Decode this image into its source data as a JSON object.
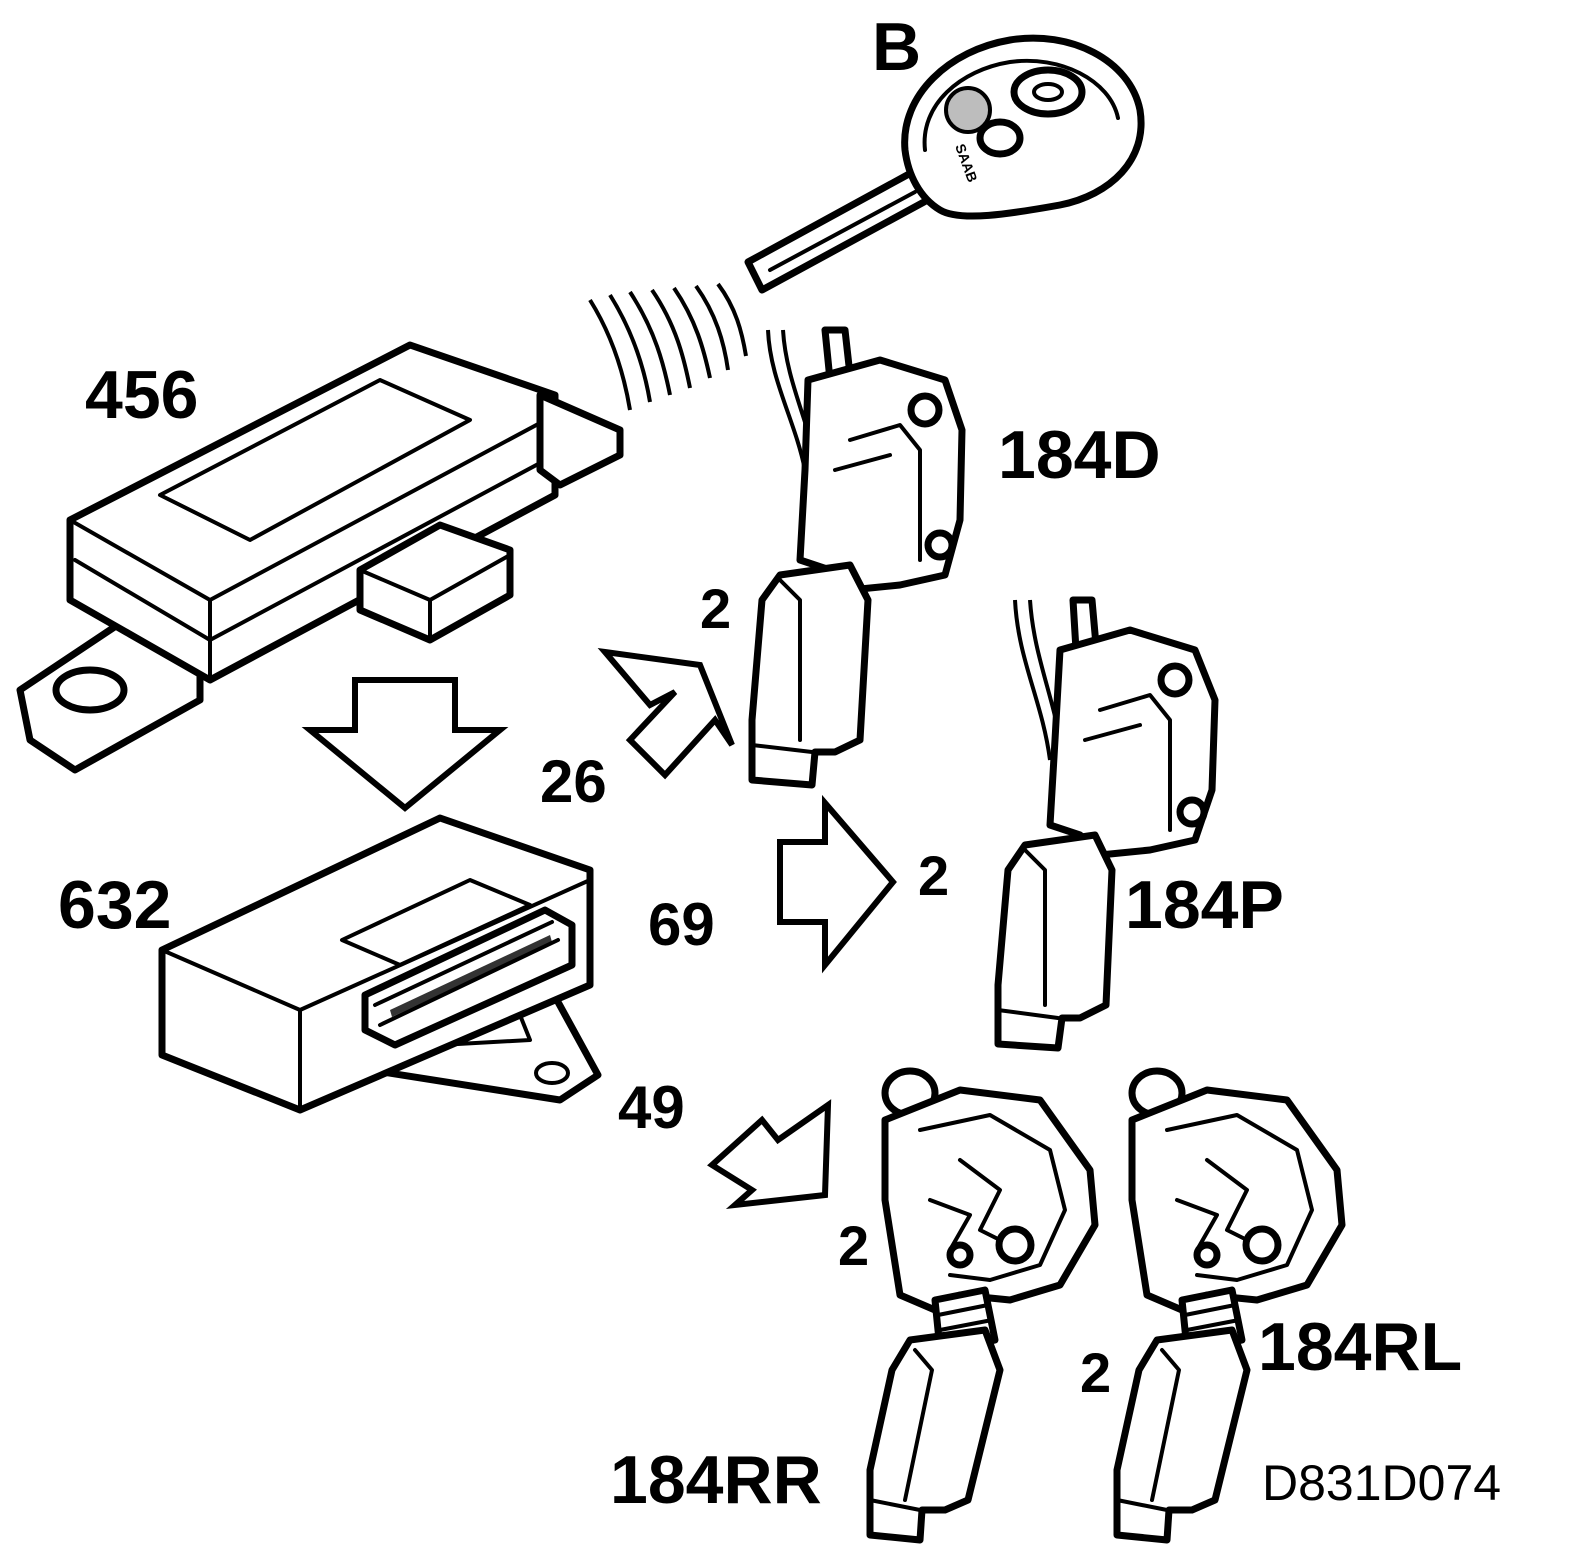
{
  "labels": {
    "key": "B",
    "receiver": "456",
    "control_module": "632",
    "lock_front_driver": "184D",
    "lock_front_passenger": "184P",
    "lock_rear_right": "184RR",
    "lock_rear_left": "184RL",
    "wire_26": "26",
    "wire_69": "69",
    "wire_49": "49",
    "motor_d": "2",
    "motor_p": "2",
    "motor_rr": "2",
    "motor_rl": "2",
    "reference": "D831D074",
    "key_brand": "SAAB"
  }
}
